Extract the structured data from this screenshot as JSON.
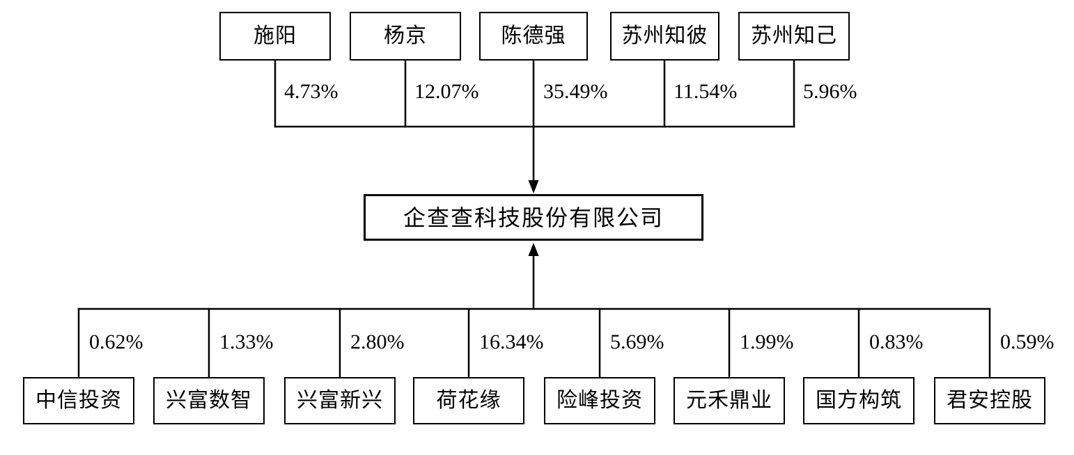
{
  "diagram_title": "equity-structure",
  "company": {
    "name": "企查查科技股份有限公司"
  },
  "top_shareholders": [
    {
      "name": "施阳",
      "percent": "4.73%"
    },
    {
      "name": "杨京",
      "percent": "12.07%"
    },
    {
      "name": "陈德强",
      "percent": "35.49%"
    },
    {
      "name": "苏州知彼",
      "percent": "11.54%"
    },
    {
      "name": "苏州知己",
      "percent": "5.96%"
    }
  ],
  "bottom_shareholders": [
    {
      "name": "中信投资",
      "percent": "0.62%"
    },
    {
      "name": "兴富数智",
      "percent": "1.33%"
    },
    {
      "name": "兴富新兴",
      "percent": "2.80%"
    },
    {
      "name": "荷花缘",
      "percent": "16.34%"
    },
    {
      "name": "险峰投资",
      "percent": "5.69%"
    },
    {
      "name": "元禾鼎业",
      "percent": "1.99%"
    },
    {
      "name": "国方构筑",
      "percent": "0.83%"
    },
    {
      "name": "君安控股",
      "percent": "0.59%"
    }
  ],
  "colors": {
    "line": "#000000",
    "text": "#000000",
    "background": "#ffffff"
  }
}
